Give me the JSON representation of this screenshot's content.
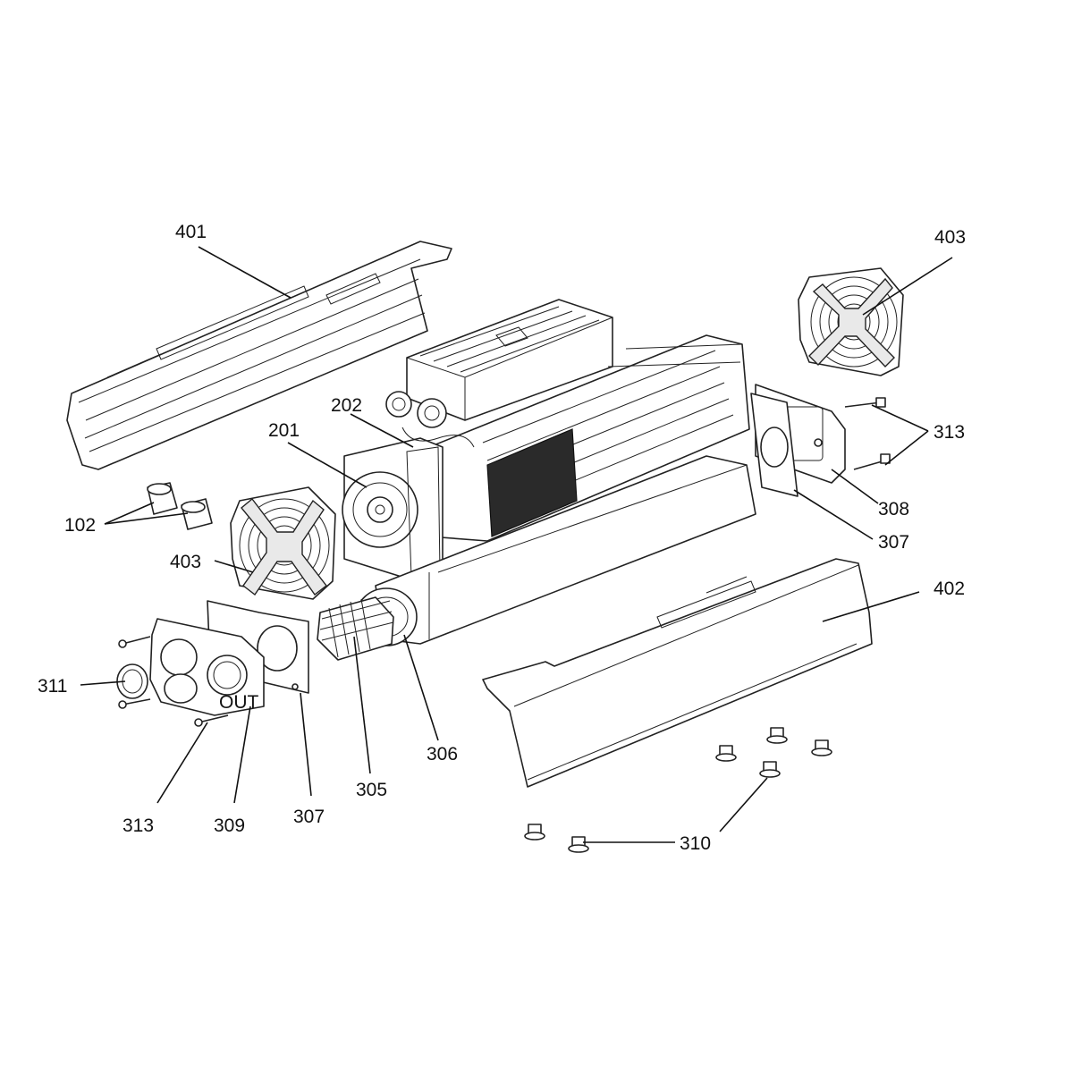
{
  "diagram": {
    "parts": [
      {
        "id": "part-401",
        "label": "401"
      },
      {
        "id": "part-403-right",
        "label": "403"
      },
      {
        "id": "part-202",
        "label": "202"
      },
      {
        "id": "part-201",
        "label": "201"
      },
      {
        "id": "part-313-right",
        "label": "313"
      },
      {
        "id": "part-102",
        "label": "102"
      },
      {
        "id": "part-308",
        "label": "308"
      },
      {
        "id": "part-403-left",
        "label": "403"
      },
      {
        "id": "part-307-right",
        "label": "307"
      },
      {
        "id": "part-402",
        "label": "402"
      },
      {
        "id": "part-311",
        "label": "311"
      },
      {
        "id": "part-306",
        "label": "306"
      },
      {
        "id": "part-305",
        "label": "305"
      },
      {
        "id": "part-313-left",
        "label": "313"
      },
      {
        "id": "part-309",
        "label": "309"
      },
      {
        "id": "part-307-left",
        "label": "307"
      },
      {
        "id": "part-310",
        "label": "310"
      }
    ],
    "marking_out": "OUT"
  }
}
